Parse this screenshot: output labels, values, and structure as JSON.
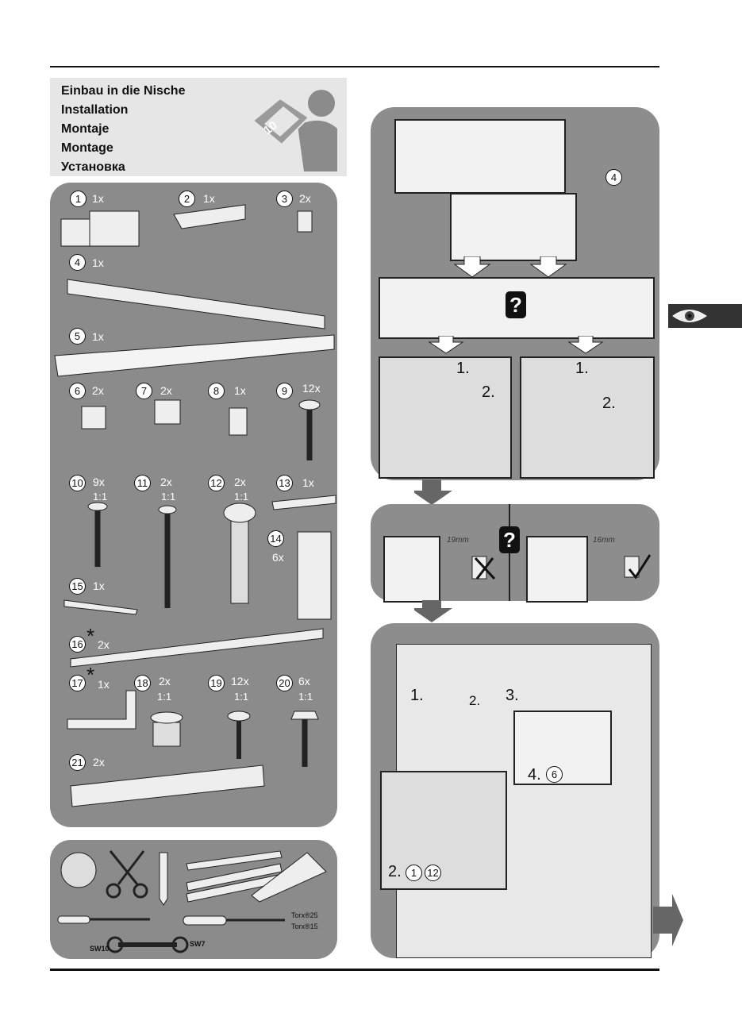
{
  "header": {
    "titles": [
      "Einbau in die Nische",
      "Installation",
      "Montaje",
      "Montage",
      "Установка"
    ],
    "manual_badge": "10"
  },
  "parts": [
    {
      "num": "1",
      "qty": "1x"
    },
    {
      "num": "2",
      "qty": "1x"
    },
    {
      "num": "3",
      "qty": "2x"
    },
    {
      "num": "4",
      "qty": "1x"
    },
    {
      "num": "5",
      "qty": "1x"
    },
    {
      "num": "6",
      "qty": "2x"
    },
    {
      "num": "7",
      "qty": "2x"
    },
    {
      "num": "8",
      "qty": "1x"
    },
    {
      "num": "9",
      "qty": "12x"
    },
    {
      "num": "10",
      "qty": "9x",
      "scale": "1:1"
    },
    {
      "num": "11",
      "qty": "2x",
      "scale": "1:1"
    },
    {
      "num": "12",
      "qty": "2x",
      "scale": "1:1"
    },
    {
      "num": "13",
      "qty": "1x"
    },
    {
      "num": "14",
      "qty": "6x"
    },
    {
      "num": "15",
      "qty": "1x"
    },
    {
      "num": "16",
      "star": "*",
      "qty": "2x"
    },
    {
      "num": "17",
      "star": "*",
      "qty": "1x"
    },
    {
      "num": "18",
      "qty": "2x",
      "scale": "1:1"
    },
    {
      "num": "19",
      "qty": "12x",
      "scale": "1:1"
    },
    {
      "num": "20",
      "qty": "6x",
      "scale": "1:1"
    },
    {
      "num": "21",
      "qty": "2x"
    }
  ],
  "tools": {
    "torx1": "Torx®25",
    "torx2": "Torx®15",
    "sw10": "SW10",
    "sw7": "SW7"
  },
  "step1": {
    "callout": "4",
    "question": "?",
    "left_step1": "1.",
    "left_step2": "2.",
    "right_step1": "1.",
    "right_step2": "2."
  },
  "step2": {
    "question": "?",
    "dim_left": "19mm",
    "dim_right": "16mm"
  },
  "step3": {
    "s1": "1.",
    "s2": "2.",
    "s3": "3.",
    "s4": "4.",
    "s4_part": "6",
    "s2b": "2.",
    "s2b_part1": "1",
    "s2b_part2": "12"
  },
  "colors": {
    "panel": "#8b8b8b",
    "arrow": "#666666",
    "title_bg": "#e6e6e6"
  }
}
